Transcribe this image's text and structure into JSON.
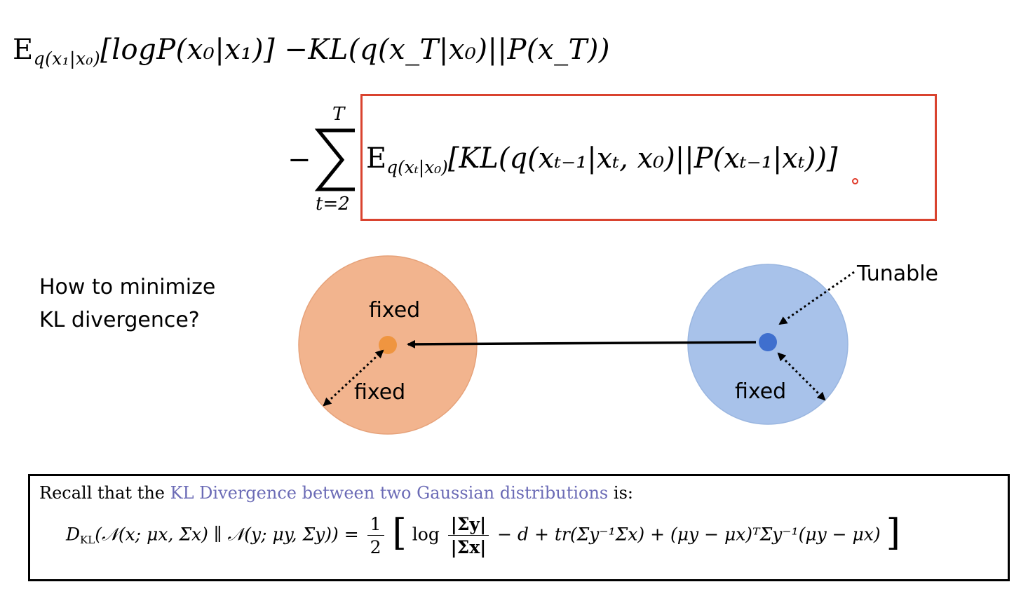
{
  "formula": {
    "line1_expect": "E",
    "line1_expect_sub": "q(x₁|x₀)",
    "line1_body": "[logP(x₀|x₁)]",
    "line1_kl": "−KL(q(x_T|x₀)||P(x_T))",
    "sum_minus": "−",
    "sum_symbol": "∑",
    "sum_upper": "T",
    "sum_lower": "t=2",
    "line2_expect": "E",
    "line2_expect_sub": "q(xₜ|x₀)",
    "line2_body": "[KL(q(xₜ₋₁|xₜ, x₀)||P(xₜ₋₁|xₜ))]"
  },
  "question": {
    "line1": "How to minimize",
    "line2": "KL divergence?"
  },
  "diagram": {
    "left_circle": {
      "center_label": "fixed",
      "radius_label": "fixed",
      "fill": "#f2b48e",
      "dot_color": "#ef9540"
    },
    "right_circle": {
      "tunable_label": "Tunable",
      "radius_label": "fixed",
      "fill": "#a8c2ea",
      "dot_color": "#3f6fce"
    }
  },
  "recall": {
    "prefix": "Recall that the",
    "link_text": "KL Divergence between two Gaussian distributions",
    "suffix": "is:",
    "formula_lhs": "D",
    "formula_lhs_sub": "KL",
    "formula_arg": "(𝒩(x; μx, Σx) ∥ 𝒩(y; μy, Σy)) =",
    "half_num": "1",
    "half_den": "2",
    "log_word": "log",
    "frac_num": "|Σy|",
    "frac_den": "|Σx|",
    "formula_rest": "− d + tr(Σy⁻¹Σx) + (μy − μx)ᵀΣy⁻¹(μy − μx)",
    "link_color": "#6b6bb6"
  },
  "colors": {
    "highlight_box": "#d9432f",
    "cursor": "#e03a2a"
  }
}
